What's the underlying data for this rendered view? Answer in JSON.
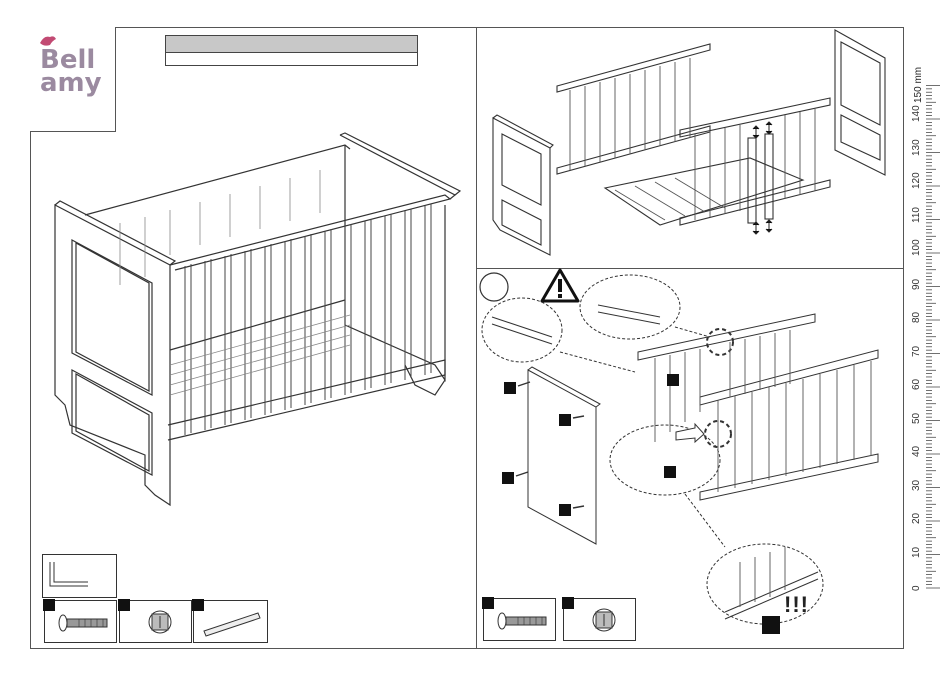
{
  "logo": {
    "line1": "Bell",
    "line2": "amy",
    "brand_color": "#9b8aa0",
    "bird_color": "#c24a73"
  },
  "title": {
    "line1": "",
    "line2": ""
  },
  "step": {
    "number": "",
    "exclamation": "!!!"
  },
  "left_parts": [
    {
      "id": "tool",
      "label": ""
    },
    {
      "id": "bolt",
      "label": ""
    },
    {
      "id": "nut",
      "label": ""
    },
    {
      "id": "dowel",
      "label": ""
    }
  ],
  "right_parts": [
    {
      "id": "bolt",
      "label": ""
    },
    {
      "id": "nut",
      "label": ""
    }
  ],
  "ruler": {
    "unit": "150 mm",
    "labels": [
      "0",
      "10",
      "20",
      "30",
      "40",
      "50",
      "60",
      "70",
      "80",
      "90",
      "100",
      "110",
      "120",
      "130",
      "140"
    ]
  },
  "icons": {
    "warning": "warning-triangle-icon"
  }
}
